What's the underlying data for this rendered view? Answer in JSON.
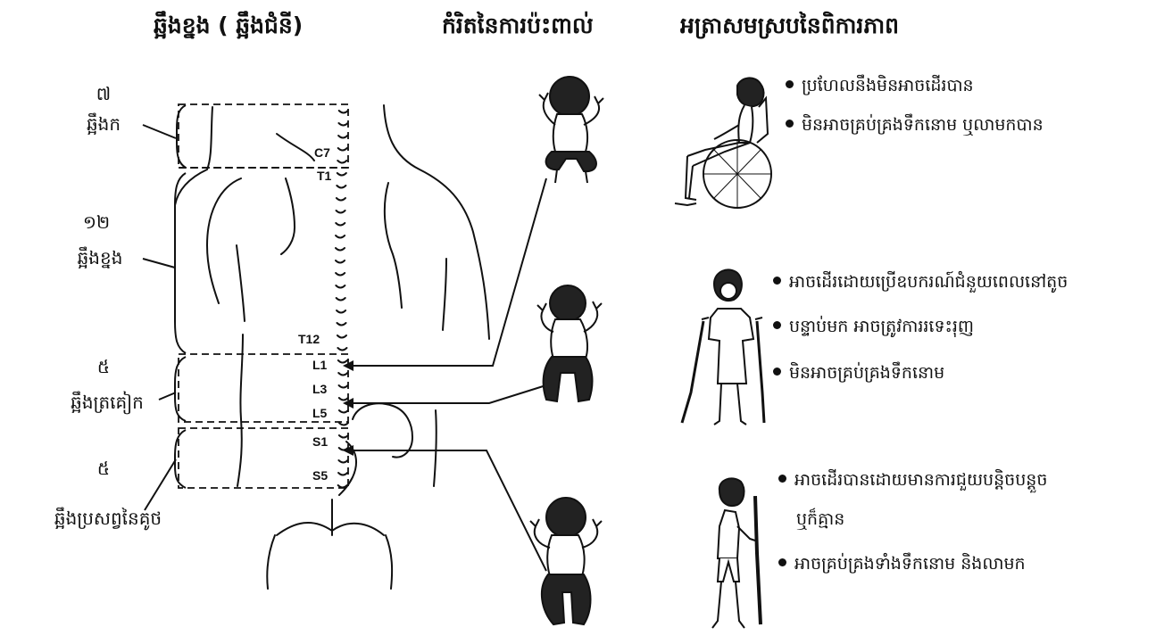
{
  "headers": {
    "spine": "ឆ្អឹងខ្នង ( ឆ្អឹងជំនី)",
    "level": "កំរិតនៃការប៉ះពាល់",
    "symptoms": "អត្រាសមស្របនៃពិការភាព"
  },
  "segments": [
    {
      "count": "៧",
      "name": "ឆ្អឹងក"
    },
    {
      "count": "១២",
      "name": "ឆ្អឹងខ្នង"
    },
    {
      "count": "៥",
      "name": "ឆ្អឹងត្រគៀក"
    },
    {
      "count": "៥",
      "name": "ឆ្អឹងប្រសព្វនៃគូថ"
    }
  ],
  "vertebra_labels": [
    "C7",
    "T1",
    "T12",
    "L1",
    "L3",
    "L5",
    "S1",
    "S5"
  ],
  "symptom_groups": [
    {
      "items": [
        "ប្រហែលនឹងមិនអាចដើរបាន",
        "មិនអាចគ្រប់គ្រងទឹកនោម ឬលាមកបាន"
      ]
    },
    {
      "items": [
        "អាចដើរដោយប្រើឧបករណ៍ជំនួយពេលនៅតូច",
        "បន្ទាប់មក អាចត្រូវការរទេះរុញ",
        "មិនអាចគ្រប់គ្រងទឹកនោម"
      ]
    },
    {
      "items": [
        "អាចដើរបានដោយមានការជួយបន្តិចបន្តួច",
        "ឬក៏គ្មាន",
        "អាចគ្រប់គ្រងទាំងទឹកនោម និងលាមក"
      ]
    }
  ],
  "colors": {
    "ink": "#111111",
    "background": "#ffffff"
  }
}
